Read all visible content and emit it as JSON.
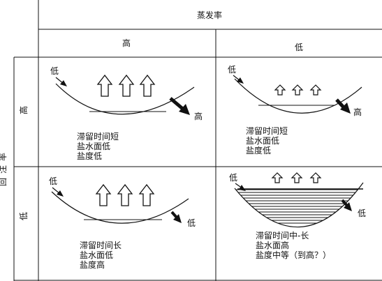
{
  "header": {
    "column_axis_title": "蒸发率",
    "column_high": "高",
    "column_low": "低",
    "row_axis_title": "回注率",
    "row_high": "高",
    "row_low": "低"
  },
  "cells": [
    {
      "id": "high-high",
      "in_label": "低",
      "out_label": "高",
      "evaporation_arrows": "large",
      "water_level": "thin line",
      "lines": [
        "滞留时间短",
        "盐水面低",
        "盐度低"
      ]
    },
    {
      "id": "high-low",
      "in_label": "低",
      "out_label": "高",
      "evaporation_arrows": "small",
      "water_level": "thin line",
      "lines": [
        "滞留时间短",
        "盐水面低",
        "盐度低"
      ]
    },
    {
      "id": "low-high",
      "in_label": "低",
      "out_label": "低",
      "evaporation_arrows": "large",
      "water_level": "thin line",
      "lines": [
        "滞留时间长",
        "盐水面低",
        "盐度高"
      ]
    },
    {
      "id": "low-low",
      "in_label": "低",
      "out_label": "低",
      "evaporation_arrows": "small",
      "water_level": "hatched fill",
      "lines": [
        "滞留时间中-长",
        "盐水面高",
        "盐度中等（到高？）"
      ]
    }
  ]
}
